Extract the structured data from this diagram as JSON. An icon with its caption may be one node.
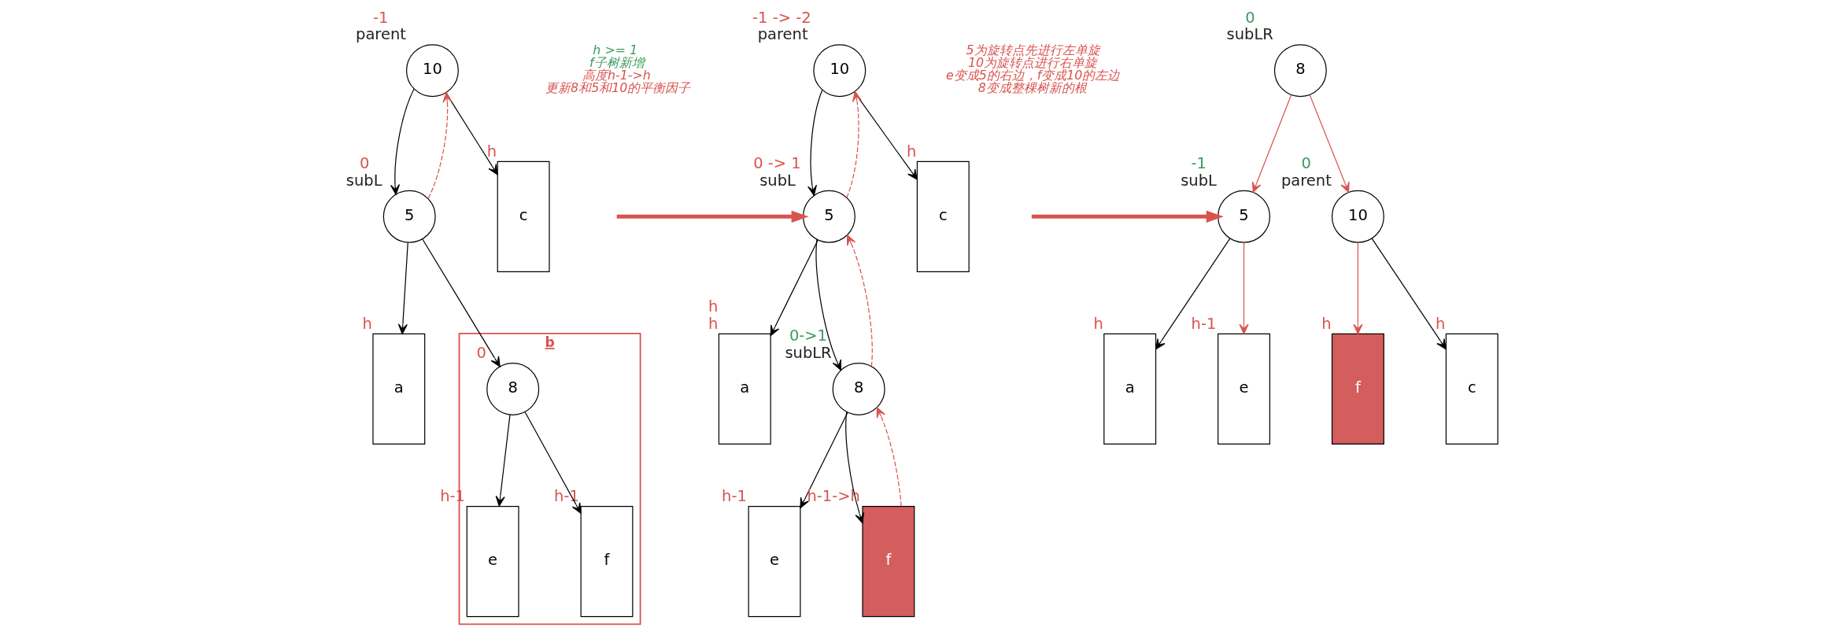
{
  "diagram": {
    "nodes": [
      {
        "text": [
          "10"
        ],
        "beside": [
          "-1",
          "parent"
        ]
      },
      {
        "text": [
          "5"
        ],
        "beside": [
          "0",
          "subL"
        ]
      },
      {
        "text": [
          "c"
        ],
        "beside": [
          "h"
        ]
      },
      {
        "text": [
          "a"
        ],
        "beside": [
          "h"
        ]
      },
      {
        "text": [
          "b"
        ]
      },
      {
        "text": [
          "8"
        ],
        "beside": [
          "0"
        ],
        "in": 4
      },
      {
        "text": [
          "e"
        ],
        "beside": [
          "h-1"
        ],
        "in": 4
      },
      {
        "text": [
          "f"
        ],
        "beside": [
          "h-1"
        ],
        "in": 4
      },
      {
        "text": [
          "10"
        ],
        "beside": [
          "-1 -> -2",
          "parent"
        ]
      },
      {
        "text": [
          "5"
        ],
        "beside": [
          "0 -> 1",
          "subL"
        ]
      },
      {
        "text": [
          "c"
        ],
        "beside": [
          "h"
        ]
      },
      {
        "text": [
          "a"
        ],
        "beside": [
          "h",
          "h"
        ]
      },
      {
        "text": [
          "8"
        ],
        "beside": [
          "0->1",
          "subLR"
        ]
      },
      {
        "text": [
          "e"
        ],
        "beside": [
          "h-1"
        ]
      },
      {
        "text": [
          "f"
        ],
        "beside": [
          "h-1->h"
        ]
      },
      {
        "text": [
          "8"
        ],
        "beside": [
          "0",
          "subLR"
        ]
      },
      {
        "text": [
          "5"
        ],
        "beside": [
          "-1",
          "subL"
        ]
      },
      {
        "text": [
          "10"
        ],
        "beside": [
          "0",
          "parent"
        ]
      },
      {
        "text": [
          "a"
        ],
        "beside": [
          "h"
        ]
      },
      {
        "text": [
          "e"
        ],
        "beside": [
          "h-1"
        ]
      },
      {
        "text": [
          "f"
        ],
        "beside": [
          "h"
        ]
      },
      {
        "text": [
          "c"
        ],
        "beside": [
          "h"
        ]
      }
    ],
    "edges": [
      {
        "from": 0,
        "to": 1,
        "arrow": "to"
      },
      {
        "from": 0,
        "to": 2,
        "arrow": "to"
      },
      {
        "from": 1,
        "to": 3,
        "arrow": "to"
      },
      {
        "from": 1,
        "to": 5,
        "arrow": "to"
      },
      {
        "from": 5,
        "to": 6,
        "arrow": "to"
      },
      {
        "from": 5,
        "to": 7,
        "arrow": "to"
      },
      {
        "from": 1,
        "to": 0,
        "arrow": "to",
        "style": "dashed",
        "color": "#d9534f"
      },
      {
        "from": null,
        "to": 9,
        "arrow": "to",
        "style": "thick",
        "color": "#d9534f"
      },
      {
        "from": 8,
        "to": 9,
        "arrow": "to"
      },
      {
        "from": 8,
        "to": 10,
        "arrow": "to"
      },
      {
        "from": 9,
        "to": 11,
        "arrow": "to"
      },
      {
        "from": 9,
        "to": 12,
        "arrow": "to"
      },
      {
        "from": 12,
        "to": 13,
        "arrow": "to"
      },
      {
        "from": 12,
        "to": 14,
        "arrow": "to"
      },
      {
        "from": 9,
        "to": 8,
        "arrow": "to",
        "style": "dashed",
        "color": "#d9534f"
      },
      {
        "from": 12,
        "to": 9,
        "arrow": "to",
        "style": "dashed",
        "color": "#d9534f"
      },
      {
        "from": 14,
        "to": 12,
        "arrow": "to",
        "style": "dashed",
        "color": "#d9534f"
      },
      {
        "from": null,
        "to": 16,
        "arrow": "to",
        "style": "thick",
        "color": "#d9534f"
      },
      {
        "from": 15,
        "to": 16,
        "arrow": "to",
        "color": "#d9534f"
      },
      {
        "from": 15,
        "to": 17,
        "arrow": "to",
        "color": "#d9534f"
      },
      {
        "from": 16,
        "to": 18,
        "arrow": "to"
      },
      {
        "from": 16,
        "to": 19,
        "arrow": "to",
        "color": "#d9534f"
      },
      {
        "from": 17,
        "to": 20,
        "arrow": "to",
        "color": "#d9534f"
      },
      {
        "from": 17,
        "to": 21,
        "arrow": "to"
      }
    ],
    "labels": [
      "h >= 1",
      "f子树新增",
      "高度h-1->h",
      "更新8和5和10的平衡因子",
      "5为旋转点先进行左单旋",
      "10为旋转点进行右单旋",
      "e变成5的右边，f变成10的左边",
      "8变成整棵树新的根"
    ]
  }
}
